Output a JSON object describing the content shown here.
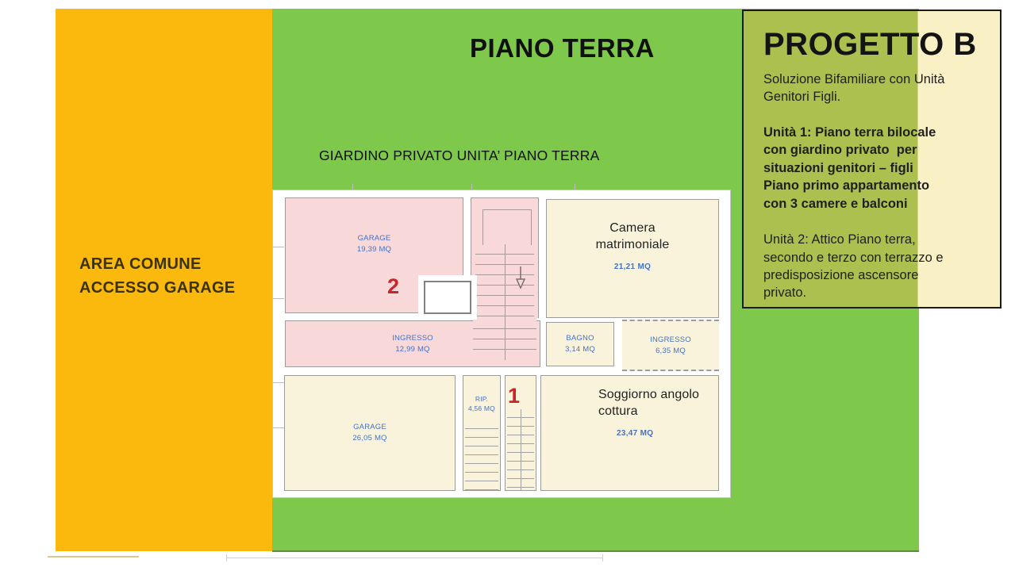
{
  "colors": {
    "garden_green": "#7EC84B",
    "area_orange": "#FBB80D",
    "panel_green_tint": "#ABC04E",
    "panel_cream": "#FAF0C5",
    "room_pink": "#F8D8D8",
    "room_cream": "#FAF3DC",
    "room_label_blue": "#4472C4",
    "unit_marker_red": "#C9252B"
  },
  "left_band": {
    "label": "AREA COMUNE\nACCESSO GARAGE"
  },
  "garden": {
    "title": "PIANO TERRA",
    "subtitle": "GIARDINO PRIVATO UNITA’ PIANO TERRA"
  },
  "panel": {
    "title": "PROGETTO B",
    "intro_lines": [
      "Soluzione Bifamiliare con Unità",
      "Genitori Figli."
    ],
    "unit1_lines": [
      "Unità 1: Piano terra bilocale",
      "con giardino privato  per",
      "situazioni genitori – figli",
      "Piano primo appartamento",
      "con 3 camere e balconi"
    ],
    "unit2_lines": [
      "Unità 2: Attico Piano terra,",
      "secondo e terzo con terrazzo e",
      "predisposizione ascensore",
      "privato."
    ]
  },
  "floorplan": {
    "rooms": [
      {
        "name": "GARAGE",
        "area": "19,39 MQ"
      },
      {
        "name": "Camera matrimoniale",
        "area": "21,21 MQ"
      },
      {
        "name": "INGRESSO",
        "area": "12,99 MQ"
      },
      {
        "name": "BAGNO",
        "area": "3,14 MQ"
      },
      {
        "name": "INGRESSO",
        "area": "6,35 MQ"
      },
      {
        "name": "GARAGE",
        "area": "26,05 MQ"
      },
      {
        "name": "RIP.",
        "area": "4,56 MQ"
      },
      {
        "name": "Soggiorno angolo cottura",
        "area": "23,47 MQ"
      }
    ],
    "markers": [
      {
        "label": "2"
      },
      {
        "label": "1"
      }
    ]
  }
}
